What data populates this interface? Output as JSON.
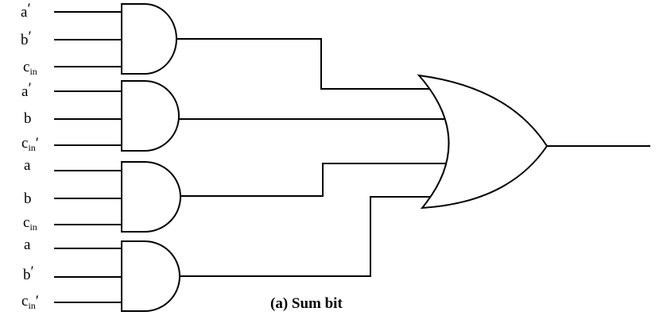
{
  "caption": "(a) Sum bit",
  "gates": [
    {
      "inputs": [
        {
          "base": "a",
          "sub": "",
          "prime": "′"
        },
        {
          "base": "b",
          "sub": "",
          "prime": "′"
        },
        {
          "base": "c",
          "sub": "in",
          "prime": ""
        }
      ]
    },
    {
      "inputs": [
        {
          "base": "a",
          "sub": "",
          "prime": "′"
        },
        {
          "base": "b",
          "sub": "",
          "prime": ""
        },
        {
          "base": "c",
          "sub": "in",
          "prime": "′"
        }
      ]
    },
    {
      "inputs": [
        {
          "base": "a",
          "sub": "",
          "prime": ""
        },
        {
          "base": "b",
          "sub": "",
          "prime": ""
        },
        {
          "base": "c",
          "sub": "in",
          "prime": ""
        }
      ]
    },
    {
      "inputs": [
        {
          "base": "a",
          "sub": "",
          "prime": ""
        },
        {
          "base": "b",
          "sub": "",
          "prime": "′"
        },
        {
          "base": "c",
          "sub": "in",
          "prime": "′"
        }
      ]
    }
  ]
}
